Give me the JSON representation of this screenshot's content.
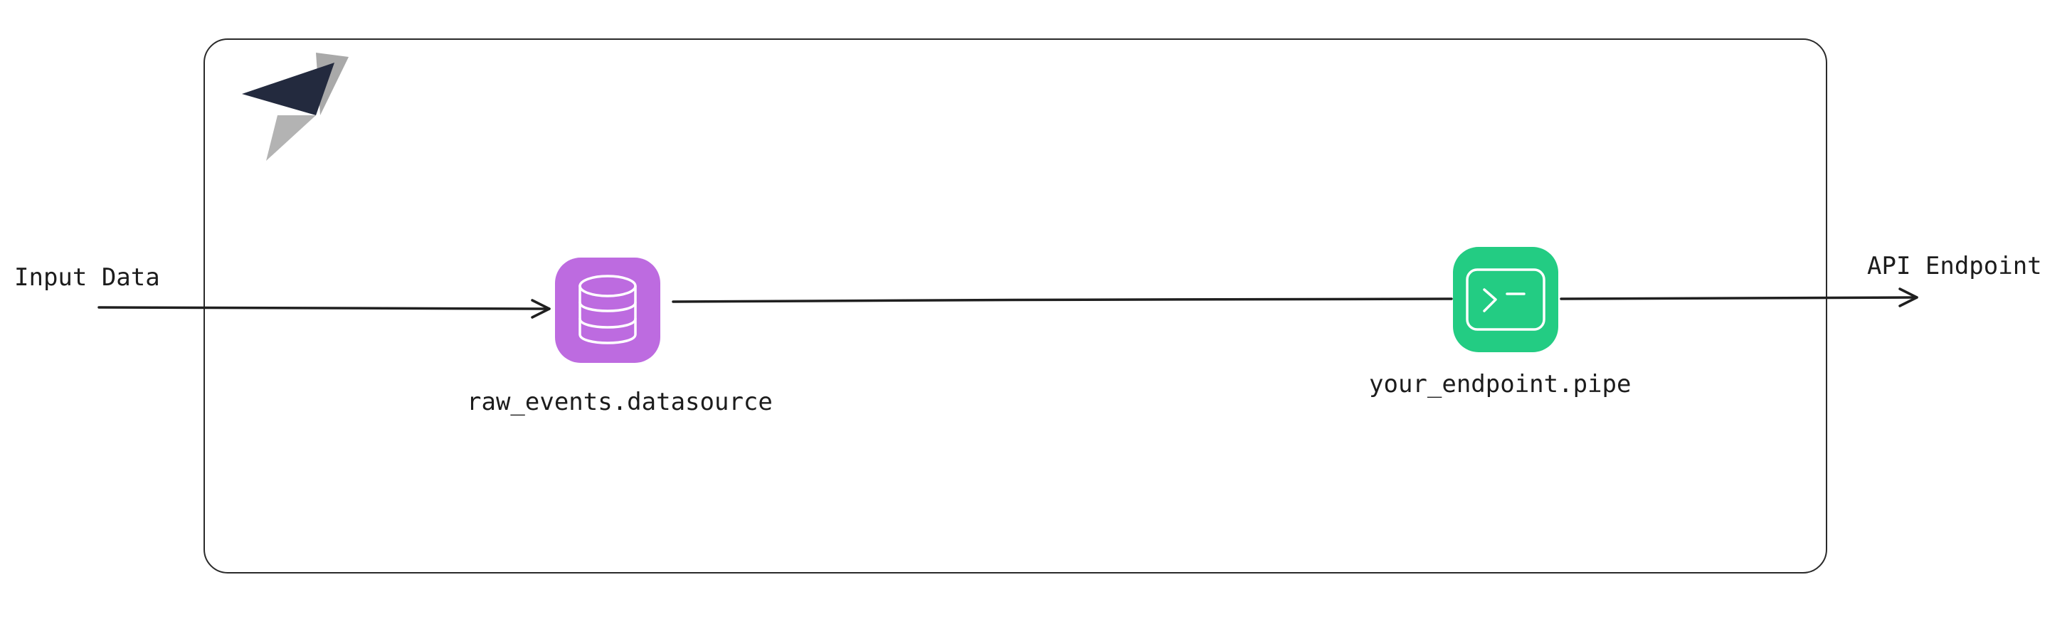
{
  "diagram": {
    "input_label": "Input Data",
    "output_label": "API Endpoint",
    "datasource": {
      "label": "raw_events.datasource",
      "color": "#bd6be0",
      "icon": "database-icon"
    },
    "pipe": {
      "label": "your_endpoint.pipe",
      "color": "#23cc83",
      "icon": "terminal-icon"
    },
    "logo": "tinybird-logo-icon"
  }
}
